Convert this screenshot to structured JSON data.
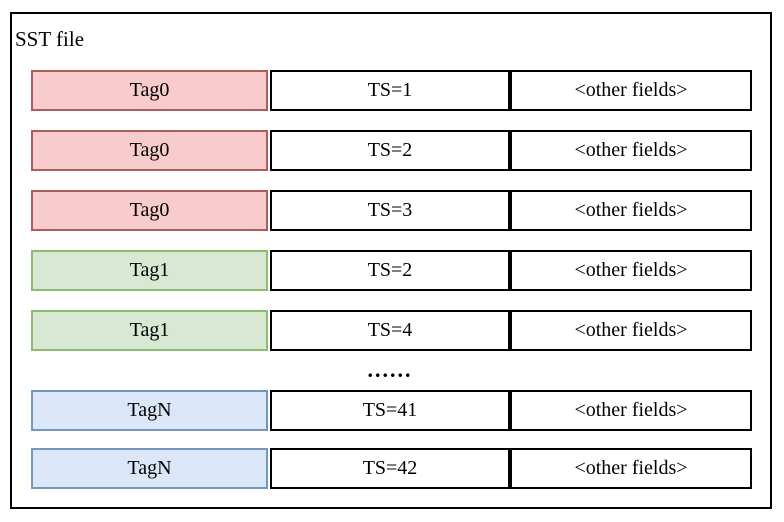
{
  "title": "SST file",
  "ellipsis": "......",
  "colors": {
    "outer_border": "#000000",
    "cell_border": "#000000",
    "text": "#000000",
    "tag0_fill": "#f8cccc",
    "tag0_border": "#ad5d5d",
    "tag1_fill": "#d8e8d2",
    "tag1_border": "#8fba73",
    "tagN_fill": "#dbe6f8",
    "tagN_border": "#7596bd"
  },
  "rows": [
    {
      "tag": "Tag0",
      "ts": "TS=1",
      "other": "<other fields>"
    },
    {
      "tag": "Tag0",
      "ts": "TS=2",
      "other": "<other fields>"
    },
    {
      "tag": "Tag0",
      "ts": "TS=3",
      "other": "<other fields>"
    },
    {
      "tag": "Tag1",
      "ts": "TS=2",
      "other": "<other fields>"
    },
    {
      "tag": "Tag1",
      "ts": "TS=4",
      "other": "<other fields>"
    },
    {
      "tag": "TagN",
      "ts": "TS=41",
      "other": "<other fields>"
    },
    {
      "tag": "TagN",
      "ts": "TS=42",
      "other": "<other fields>"
    }
  ]
}
